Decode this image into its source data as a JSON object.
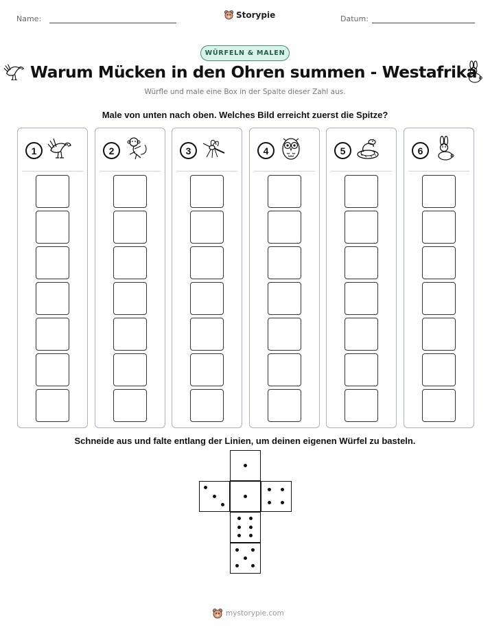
{
  "header": {
    "name_label": "Name:",
    "date_label": "Datum:",
    "brand": "Storypie",
    "brand_icon": "bear-logo-icon"
  },
  "badge": "WÜRFELN & MALEN",
  "title": "Warum Mücken in den Ohren summen - Westafrika",
  "title_icons": [
    "bird-icon",
    "rabbit-icon"
  ],
  "subtitle": "Würfle und male eine Box in der Spalte dieser Zahl aus.",
  "instruction": "Male von unten nach oben. Welches Bild erreicht zuerst die Spitze?",
  "columns": [
    {
      "number": "1",
      "animal": "bird-icon"
    },
    {
      "number": "2",
      "animal": "monkey-icon"
    },
    {
      "number": "3",
      "animal": "mosquito-icon"
    },
    {
      "number": "4",
      "animal": "owl-icon"
    },
    {
      "number": "5",
      "animal": "snake-icon"
    },
    {
      "number": "6",
      "animal": "rabbit-icon"
    }
  ],
  "boxes_per_column": 7,
  "die_instruction": "Schneide aus und falte entlang der Linien, um deinen eigenen Würfel zu basteln.",
  "die_faces": [
    1,
    3,
    1,
    4,
    6,
    5
  ],
  "footer": {
    "text": "mystorypie.com",
    "icon": "bear-logo-icon"
  }
}
